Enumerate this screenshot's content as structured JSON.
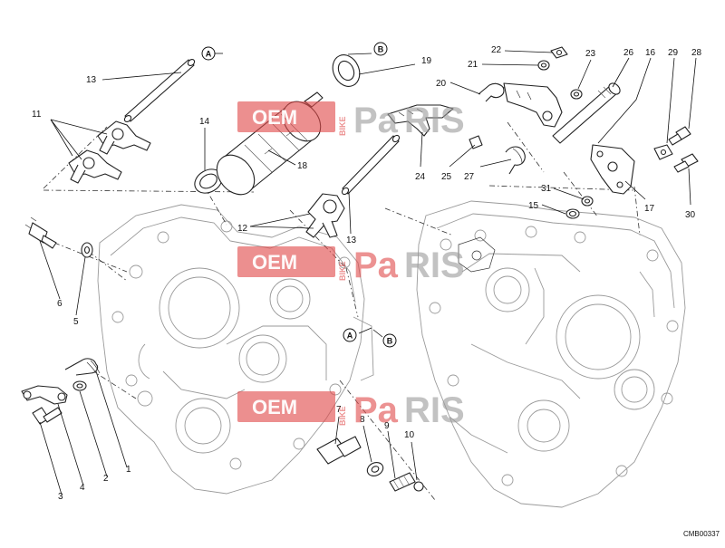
{
  "diagram": {
    "drawing_code": "CMB00337",
    "callouts": [
      "1",
      "2",
      "3",
      "4",
      "5",
      "6",
      "7",
      "8",
      "9",
      "10",
      "11",
      "12",
      "13",
      "13",
      "14",
      "15",
      "16",
      "17",
      "18",
      "19",
      "20",
      "21",
      "22",
      "23",
      "24",
      "25",
      "26",
      "27",
      "28",
      "29",
      "30",
      "31"
    ],
    "reference_marks": [
      "A",
      "B"
    ]
  },
  "watermark": {
    "badge": "OEM",
    "vertical": "BIKE",
    "word_a": "Pa",
    "word_b": "RIS"
  }
}
